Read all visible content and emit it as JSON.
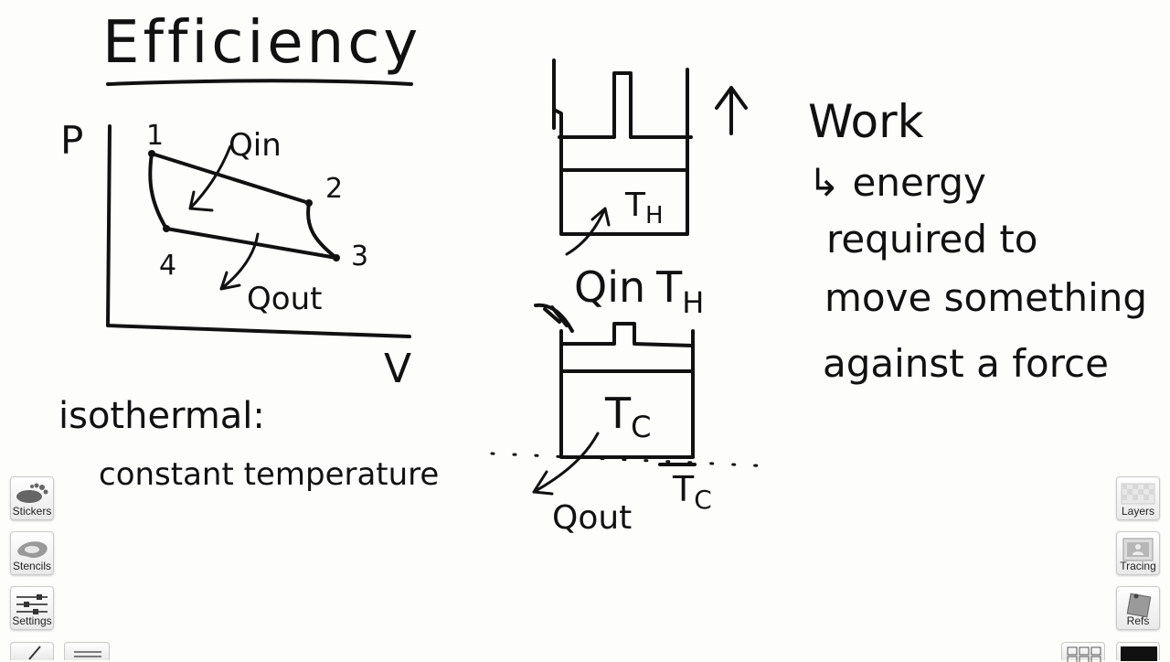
{
  "notes": {
    "title": "Efficiency",
    "pv": {
      "p": "P",
      "v": "V",
      "p1": "1",
      "p2": "2",
      "p3": "3",
      "p4": "4",
      "qin": "Qin",
      "qout": "Qout"
    },
    "isothermal": "isothermal:",
    "constant": "constant temperature",
    "engine": {
      "th": "T",
      "th_sub": "H",
      "qin": "Qin",
      "qin_th": "T",
      "qin_th_sub": "H",
      "tc": "T",
      "tc_sub": "C",
      "qout": "Qout",
      "tc2": "T",
      "tc2_sub": "C"
    },
    "work": {
      "title": "Work",
      "line1": "↳ energy",
      "line2": "required to",
      "line3": "move something",
      "line4": "against a force"
    }
  },
  "tools_left": [
    {
      "label": "Stickers",
      "icon": "footprint-icon"
    },
    {
      "label": "Stencils",
      "icon": "stencil-icon"
    },
    {
      "label": "Settings",
      "icon": "sliders-icon"
    }
  ],
  "tools_right": [
    {
      "label": "Layers",
      "icon": "layers-icon"
    },
    {
      "label": "Tracing",
      "icon": "tracing-icon"
    },
    {
      "label": "Refs",
      "icon": "refs-icon"
    }
  ],
  "colors": {
    "ink": "#111111",
    "paper": "#fdfdfc",
    "color_swatch": "#111111"
  }
}
